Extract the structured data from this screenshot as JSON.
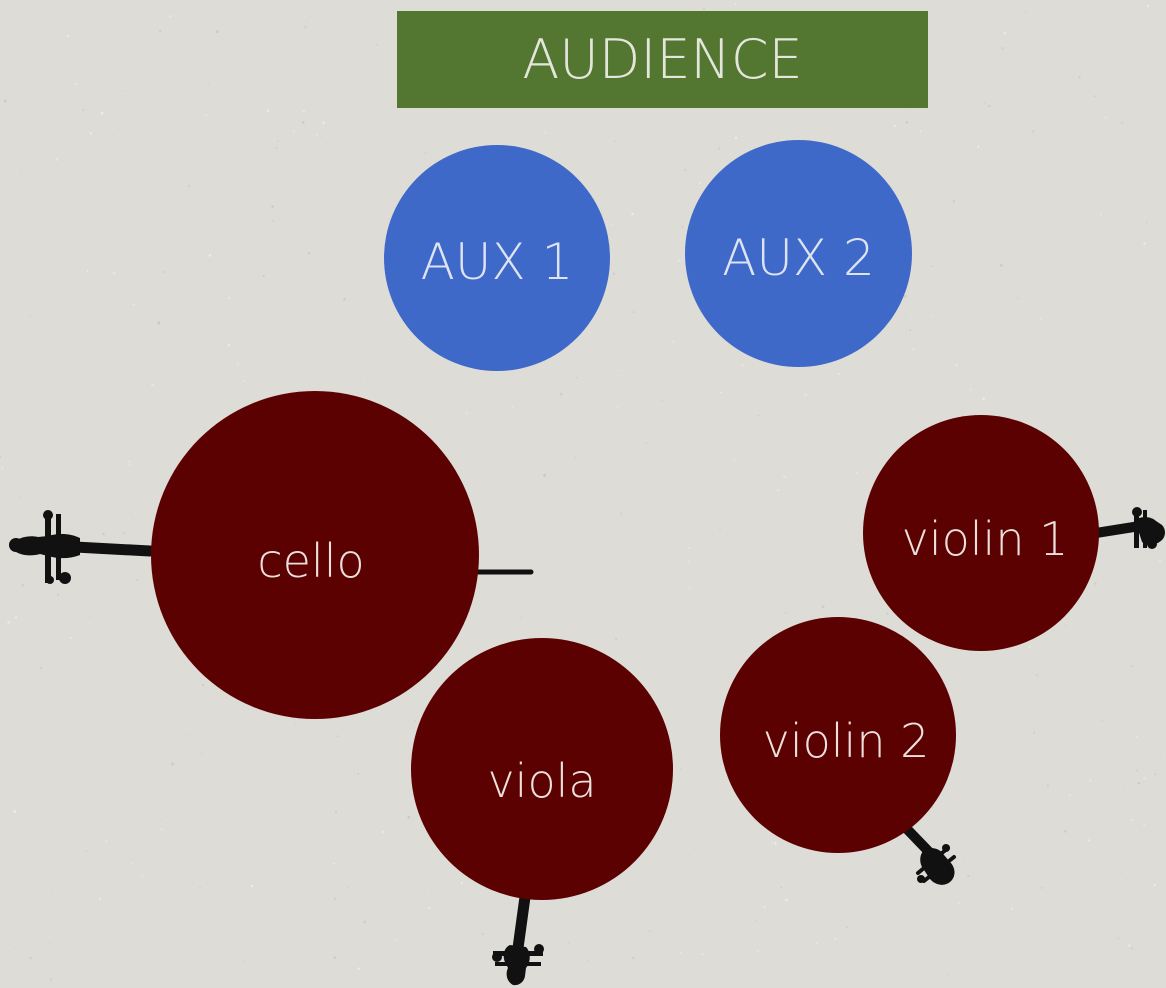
{
  "banner": {
    "label": "AUDIENCE"
  },
  "aux_speakers": [
    {
      "label": "AUX 1"
    },
    {
      "label": "AUX 2"
    }
  ],
  "players": [
    {
      "label": "cello",
      "icon": "cello-icon"
    },
    {
      "label": "viola",
      "icon": "viola-icon"
    },
    {
      "label": "violin 1",
      "icon": "violin-icon"
    },
    {
      "label": "violin 2",
      "icon": "violin-icon"
    }
  ],
  "colors": {
    "background": "#dedcd7",
    "banner_fill": "#537630",
    "banner_text": "#e4e6dc",
    "aux_fill": "#3f69c8",
    "aux_text": "#dde3f2",
    "player_fill": "#5c0101",
    "player_text": "#ece0dd",
    "instrument": "#111111"
  }
}
